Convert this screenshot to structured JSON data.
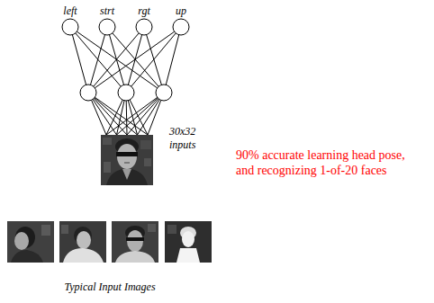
{
  "diagram": {
    "caption": "Typical Input Images",
    "nodes": [
      {
        "text": [
          "left"
        ]
      },
      {
        "text": [
          "strt"
        ]
      },
      {
        "text": [
          "rgt"
        ]
      },
      {
        "text": [
          "up"
        ]
      }
    ],
    "labels": [
      "30x32 inputs",
      "90% accurate learning head pose, and recognizing 1-of-20 faces"
    ]
  }
}
